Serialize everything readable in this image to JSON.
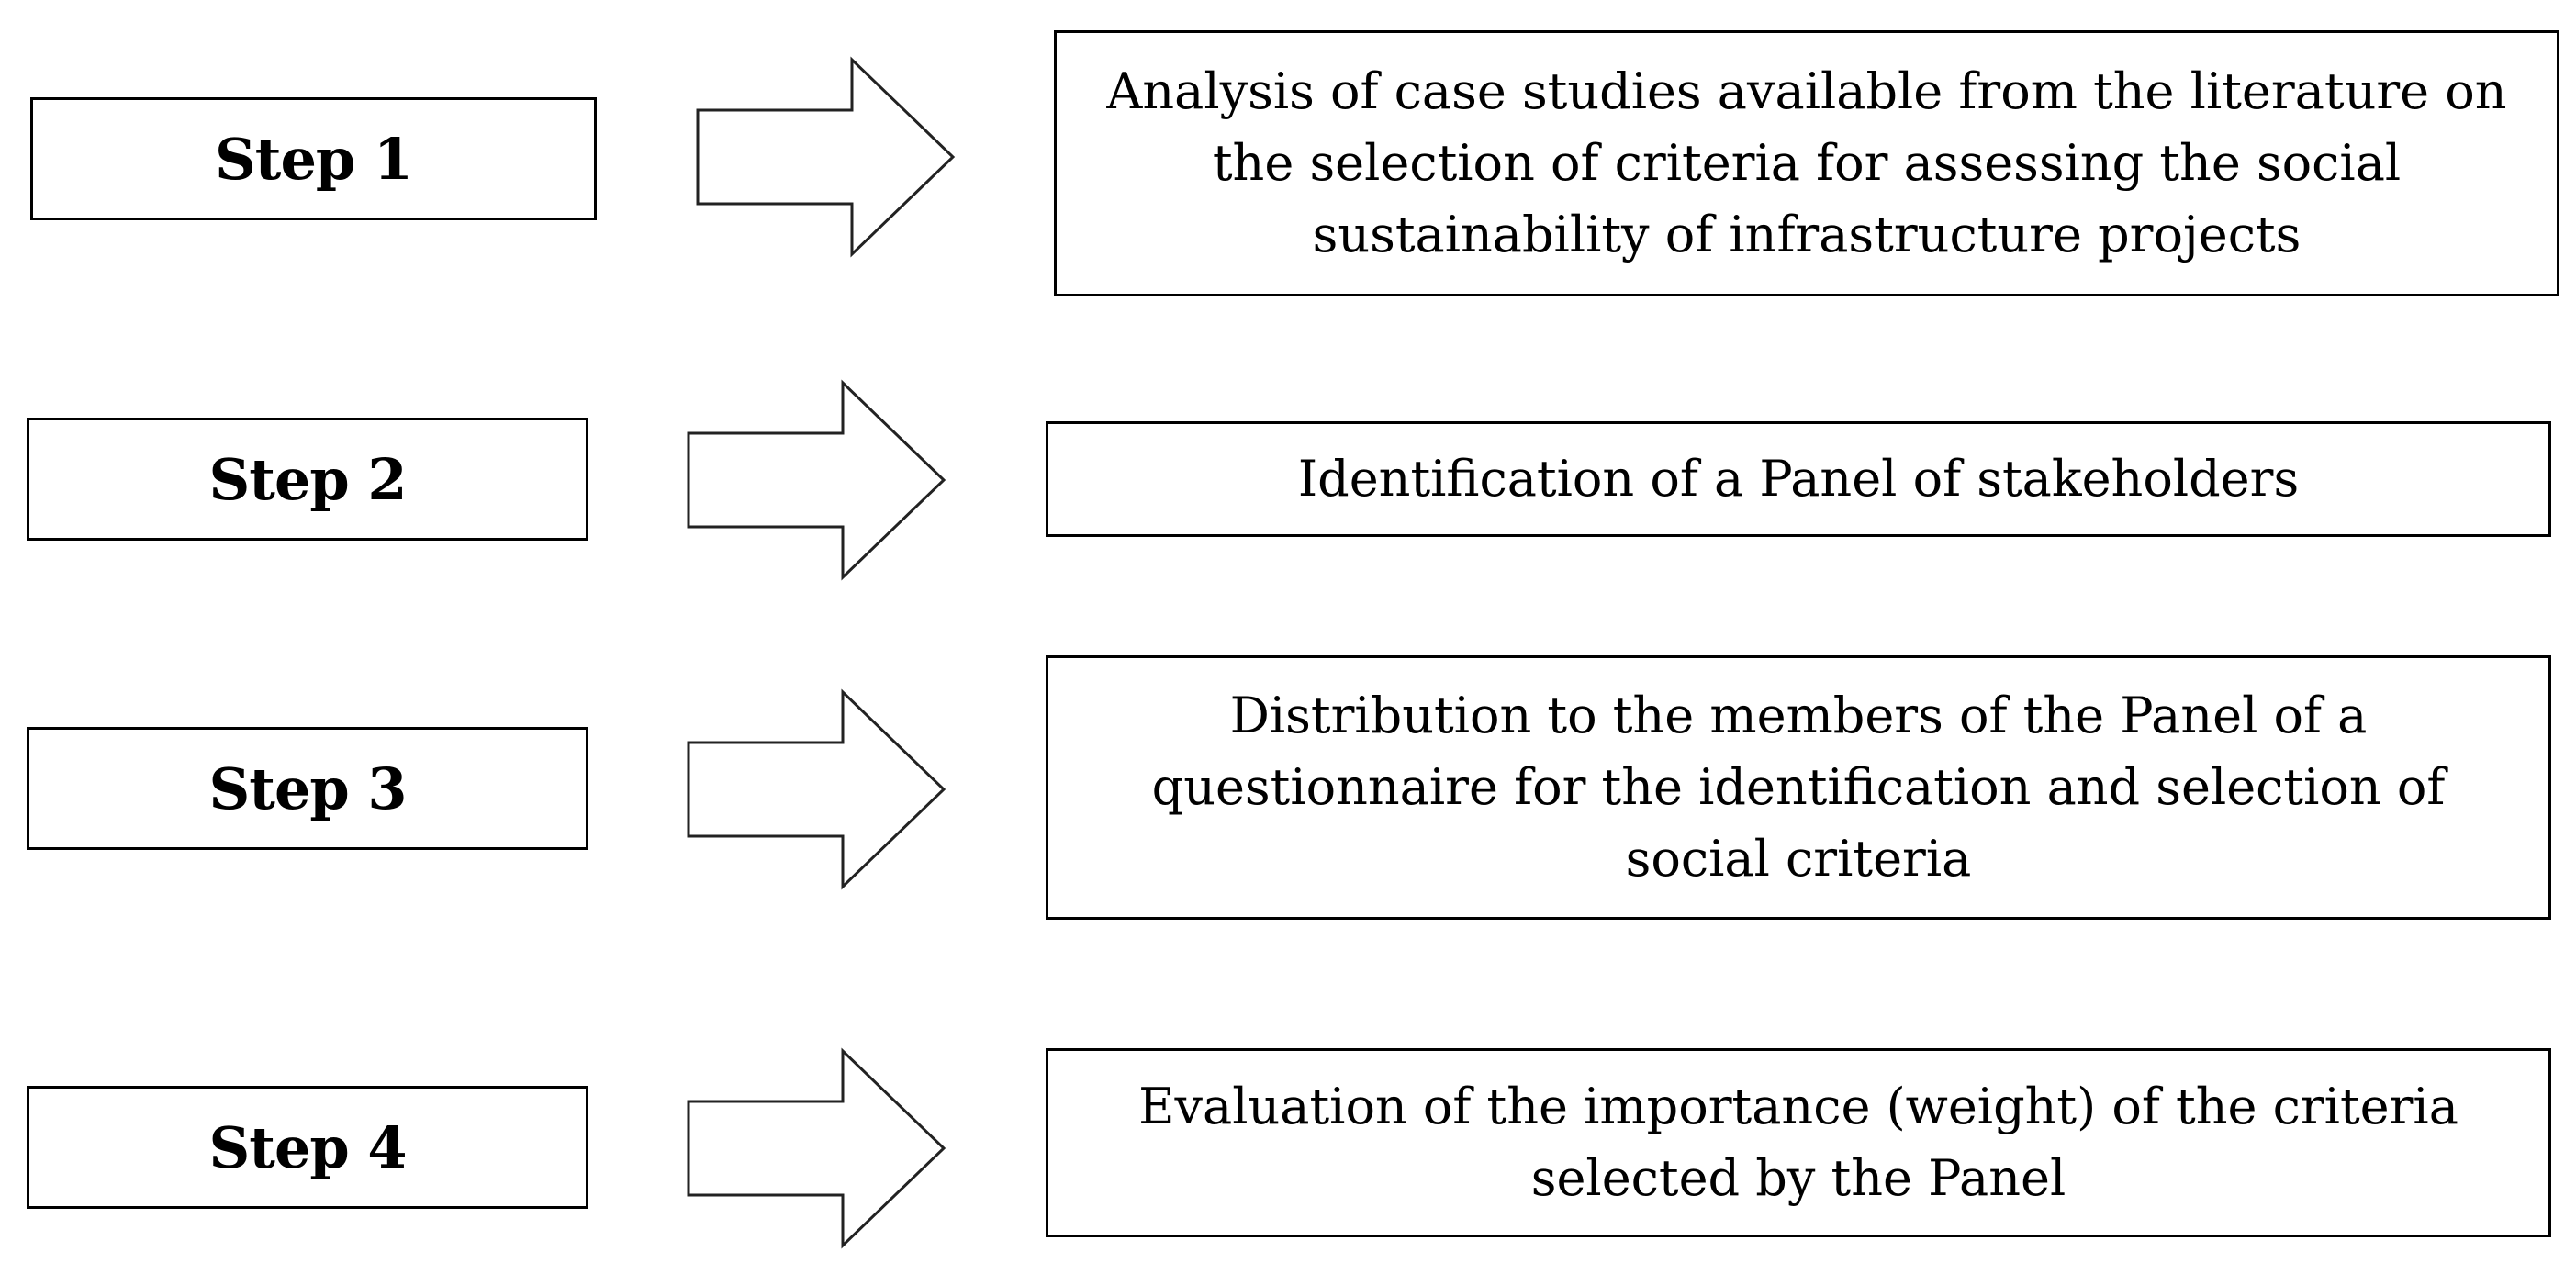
{
  "diagram": {
    "colors": {
      "stroke": "#000000",
      "arrow_stroke": "#222222",
      "fill": "#ffffff"
    },
    "steps": [
      {
        "label": "Step 1",
        "description": "Analysis of case studies available from the literature on the selection of criteria for assessing the social sustainability of infrastructure projects"
      },
      {
        "label": "Step 2",
        "description": "Identification of a Panel of stakeholders"
      },
      {
        "label": "Step 3",
        "description": "Distribution to the members of the Panel of a questionnaire for the identification and selection of social criteria"
      },
      {
        "label": "Step 4",
        "description": "Evaluation of the importance (weight) of the criteria selected by the Panel"
      }
    ]
  }
}
